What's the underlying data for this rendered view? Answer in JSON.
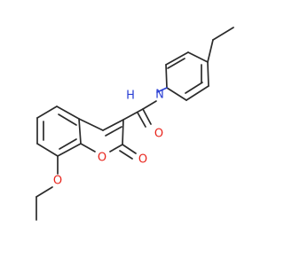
{
  "atoms": {
    "nitrogen": {
      "symbol": "N",
      "color": "#2a3fd4"
    },
    "hydrogen": {
      "symbol": "H",
      "color": "#2a3fd4"
    },
    "amide_oxygen": {
      "symbol": "O",
      "color": "#e8241c"
    },
    "ring_oxygen": {
      "symbol": "O",
      "color": "#e8241c"
    },
    "carbonyl_oxygen": {
      "symbol": "O",
      "color": "#e8241c"
    },
    "ether_oxygen": {
      "symbol": "O",
      "color": "#e8241c"
    }
  },
  "colors": {
    "bond": "#2b2b2b",
    "oxygen": "#e8241c",
    "nitrogen": "#2a3fd4"
  }
}
